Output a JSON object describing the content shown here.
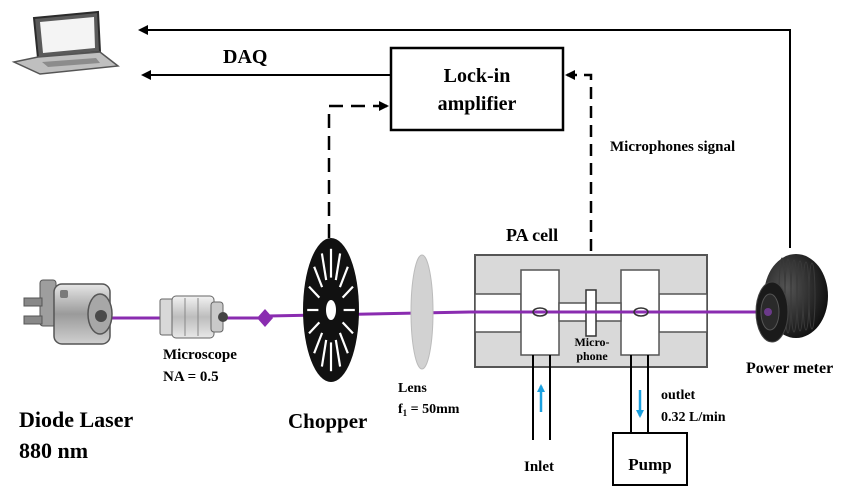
{
  "labels": {
    "daq": "DAQ",
    "lockin_line1": "Lock-in",
    "lockin_line2": "amplifier",
    "mic_signal": "Microphones signal",
    "pa_cell": "PA cell",
    "microphone_line1": "Micro-",
    "microphone_line2": "phone",
    "microscope_line1": "Microscope",
    "microscope_line2": "NA = 0.5",
    "diode_line1": "Diode Laser",
    "diode_line2": "880 nm",
    "chopper": "Chopper",
    "lens_line1": "Lens",
    "lens_line2": "f",
    "lens_sub": "1",
    "lens_line2_rest": " = 50mm",
    "power_meter": "Power meter",
    "outlet_line1": "outlet",
    "outlet_line2": "0.32 L/min",
    "inlet": "Inlet",
    "pump": "Pump"
  },
  "colors": {
    "beam": "#8a2cb0",
    "flow_arrow": "#1aa0e0",
    "cell_fill": "#d9d9d9",
    "lens_fill": "#d2d2d2"
  },
  "icons": {
    "computer": "laptop-icon",
    "laser": "diode-laser-icon",
    "objective": "microscope-objective-icon",
    "chopper": "chopper-wheel-icon",
    "detector": "power-meter-icon"
  }
}
